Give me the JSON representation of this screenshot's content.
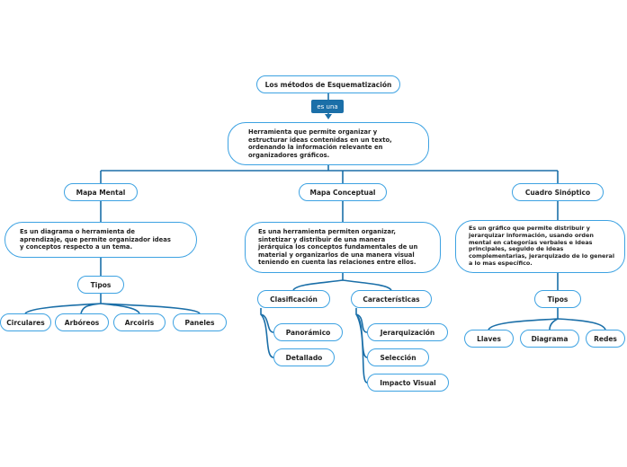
{
  "root": "Los métodos de Esquematización",
  "link_label": "es una",
  "definition": "Herramienta que permite organizar y\nestructurar ideas contenidas en un texto,\nordenando la información relevante en\norganizadores gráficos.",
  "colors": {
    "line": "#1b6fa8",
    "border": "#3da2e2"
  },
  "branches": {
    "mental": {
      "title": "Mapa Mental",
      "description": "Es un diagrama o herramienta de\naprendizaje, que permite organizador ideas\ny conceptos respecto a un tema.",
      "types_label": "Tipos",
      "types": [
        "Circulares",
        "Arbóreos",
        "Arcoiris",
        "Paneles"
      ]
    },
    "conceptual": {
      "title": "Mapa Conceptual",
      "description": "Es una herramienta permiten organizar,\nsintetizar y distribuir de una manera\njerárquica los conceptos fundamentales de un\nmaterial y organizarlos de una manera visual\nteniendo en cuenta las relaciones entre ellos.",
      "classification": {
        "label": "Clasificación",
        "items": [
          "Panorámico",
          "Detallado"
        ]
      },
      "characteristics": {
        "label": "Características",
        "items": [
          "Jerarquización",
          "Selección",
          "Impacto Visual"
        ]
      }
    },
    "synoptic": {
      "title": "Cuadro Sinóptico",
      "description": "Es un gráfico que permite distribuir y jerarquizar\ninformación, usando orden mental en categorías\nverbales e ideas principales, seguido de ideas\ncomplementarias, jerarquizado de lo general a\nlo mas específico.",
      "types_label": "Tipos",
      "types": [
        "Llaves",
        "Diagrama",
        "Redes"
      ]
    }
  }
}
